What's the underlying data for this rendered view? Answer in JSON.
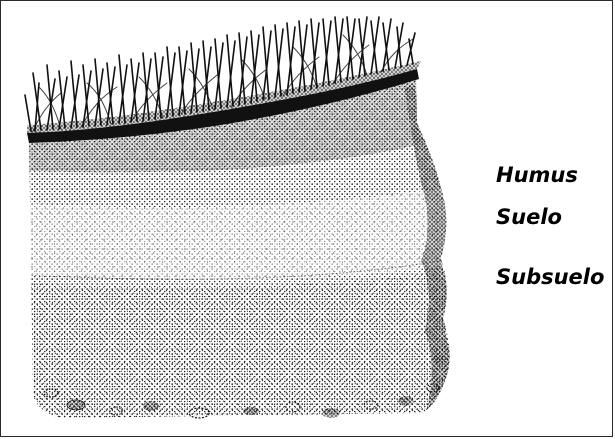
{
  "labels": {
    "humus": "Humus",
    "suelo": "Suelo",
    "subsuelo": "Subsuelo"
  },
  "colors": {
    "ink": "#111111",
    "frame": "#2a2a2a",
    "background": "#ffffff"
  },
  "icons": {
    "grass": "grass-blades",
    "humus_band": "dark-humus-band",
    "soil_block": "stippled-soil-block",
    "stones": "stones-at-base"
  }
}
